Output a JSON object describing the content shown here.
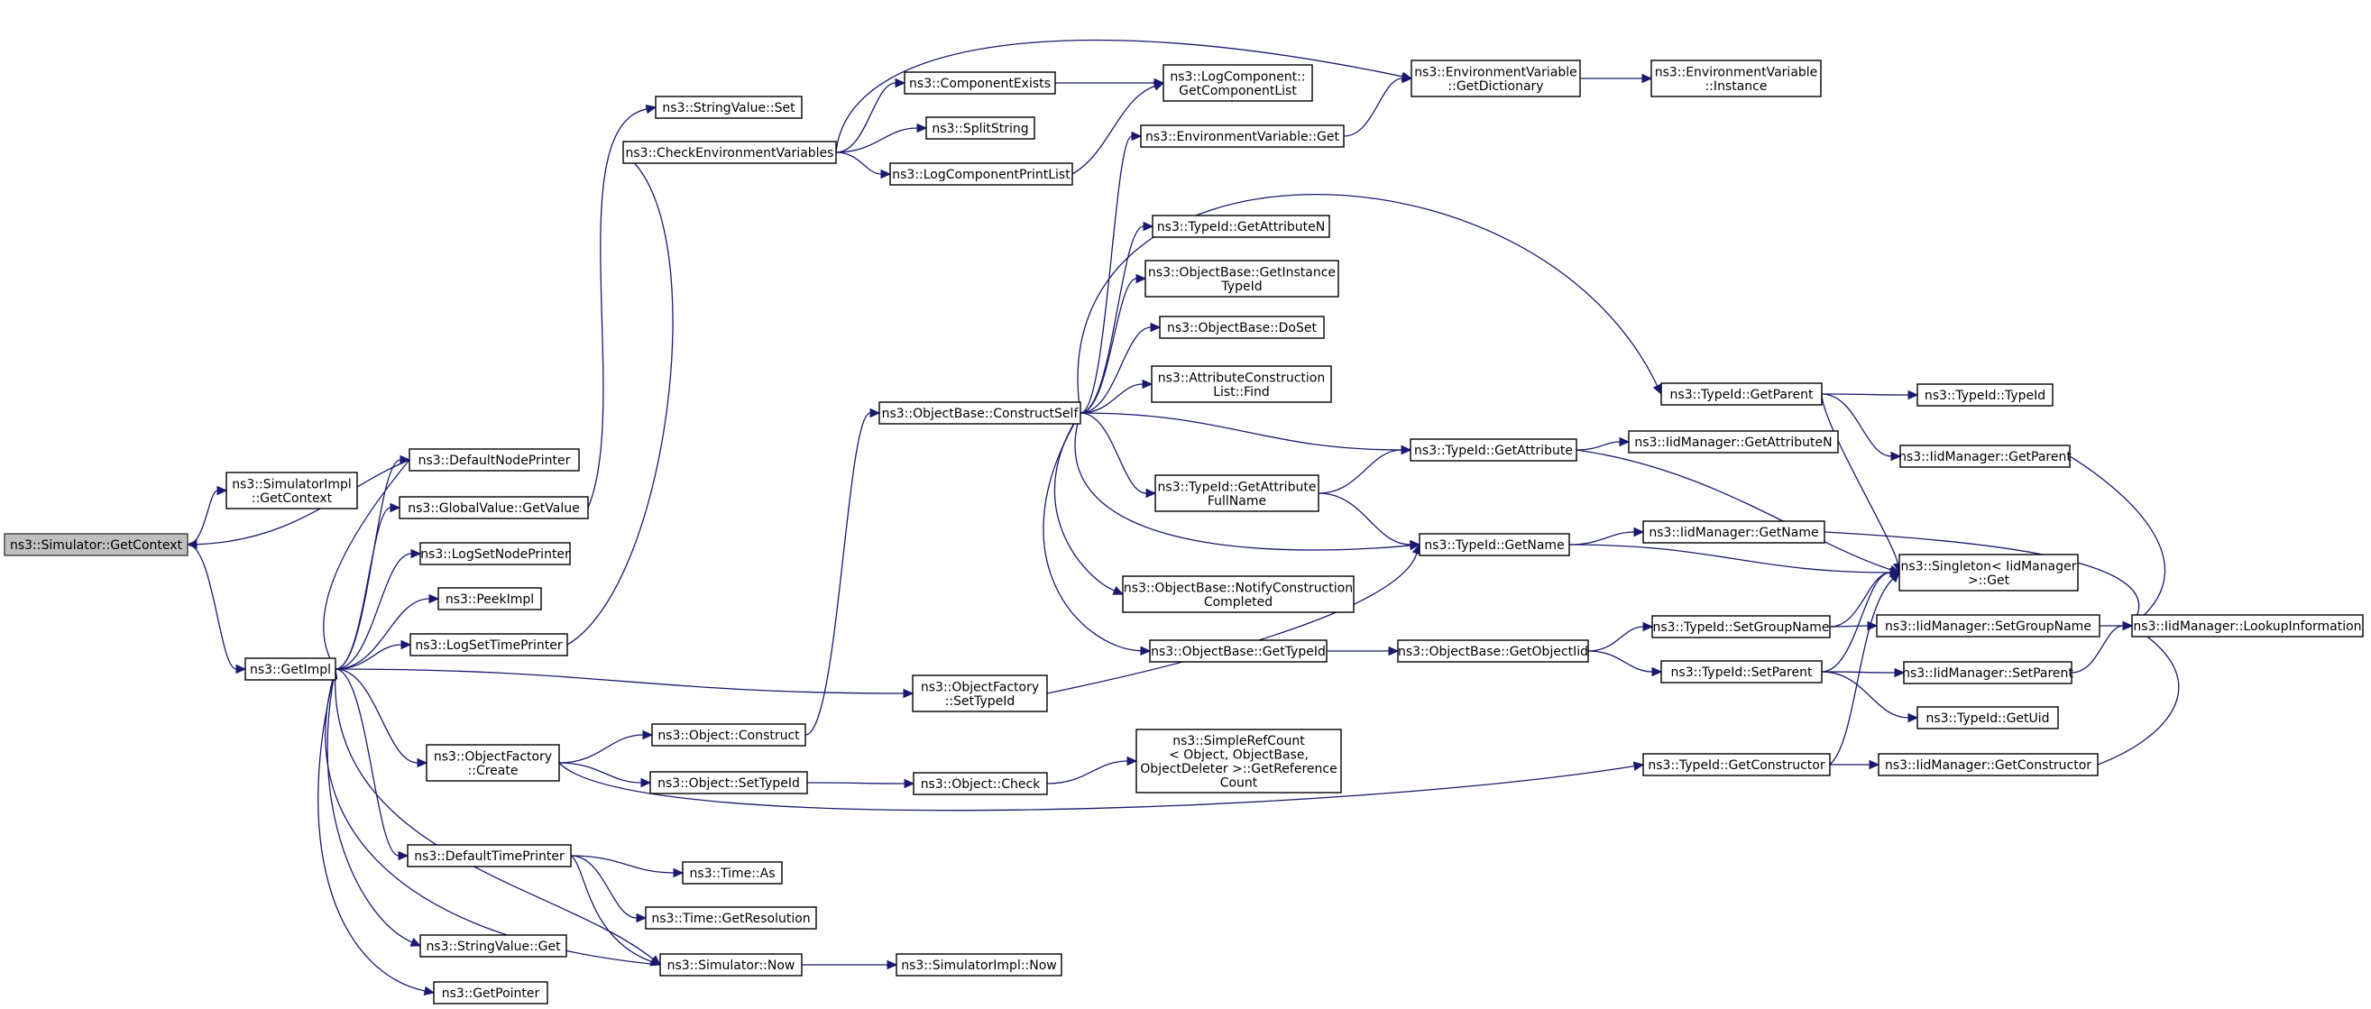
{
  "colors": {
    "edge": "#191970",
    "root_fill": "#bfbfbf",
    "node_fill": "#ffffff",
    "node_border": "#000000"
  },
  "nodes": [
    {
      "id": "getcontext",
      "lines": [
        "ns3::Simulator::GetContext"
      ],
      "root": true
    },
    {
      "id": "simimpl_getcontext",
      "lines": [
        "ns3::SimulatorImpl",
        "::GetContext"
      ]
    },
    {
      "id": "getimpl",
      "lines": [
        "ns3::GetImpl"
      ]
    },
    {
      "id": "defaultnodeprinter",
      "lines": [
        "ns3::DefaultNodePrinter"
      ]
    },
    {
      "id": "globalvalue_getvalue",
      "lines": [
        "ns3::GlobalValue::GetValue"
      ]
    },
    {
      "id": "logsetnodeprinter",
      "lines": [
        "ns3::LogSetNodePrinter"
      ]
    },
    {
      "id": "peekimpl",
      "lines": [
        "ns3::PeekImpl"
      ]
    },
    {
      "id": "logsettimeprinter",
      "lines": [
        "ns3::LogSetTimePrinter"
      ]
    },
    {
      "id": "objectfactory_create",
      "lines": [
        "ns3::ObjectFactory",
        "::Create"
      ]
    },
    {
      "id": "defaulttimeprinter",
      "lines": [
        "ns3::DefaultTimePrinter"
      ]
    },
    {
      "id": "stringvalue_get",
      "lines": [
        "ns3::StringValue::Get"
      ]
    },
    {
      "id": "getpointer",
      "lines": [
        "ns3::GetPointer"
      ]
    },
    {
      "id": "stringvalue_set",
      "lines": [
        "ns3::StringValue::Set"
      ]
    },
    {
      "id": "checkenv",
      "lines": [
        "ns3::CheckEnvironmentVariables"
      ]
    },
    {
      "id": "object_construct",
      "lines": [
        "ns3::Object::Construct"
      ]
    },
    {
      "id": "object_settypeid",
      "lines": [
        "ns3::Object::SetTypeId"
      ]
    },
    {
      "id": "time_as",
      "lines": [
        "ns3::Time::As"
      ]
    },
    {
      "id": "time_getresolution",
      "lines": [
        "ns3::Time::GetResolution"
      ]
    },
    {
      "id": "simulator_now",
      "lines": [
        "ns3::Simulator::Now"
      ]
    },
    {
      "id": "componentexists",
      "lines": [
        "ns3::ComponentExists"
      ]
    },
    {
      "id": "splitstring",
      "lines": [
        "ns3::SplitString"
      ]
    },
    {
      "id": "logcomponentprintlist",
      "lines": [
        "ns3::LogComponentPrintList"
      ]
    },
    {
      "id": "objbase_constructself",
      "lines": [
        "ns3::ObjectBase::ConstructSelf"
      ]
    },
    {
      "id": "objectfactory_settypeid",
      "lines": [
        "ns3::ObjectFactory",
        "::SetTypeId"
      ]
    },
    {
      "id": "object_check",
      "lines": [
        "ns3::Object::Check"
      ]
    },
    {
      "id": "simimpl_now",
      "lines": [
        "ns3::SimulatorImpl::Now"
      ]
    },
    {
      "id": "logcomponent_getlist",
      "lines": [
        "ns3::LogComponent::",
        "GetComponentList"
      ]
    },
    {
      "id": "envvar_get",
      "lines": [
        "ns3::EnvironmentVariable::Get"
      ]
    },
    {
      "id": "typeid_getattributen",
      "lines": [
        "ns3::TypeId::GetAttributeN"
      ]
    },
    {
      "id": "objbase_getinstancetypeid",
      "lines": [
        "ns3::ObjectBase::GetInstance",
        "TypeId"
      ]
    },
    {
      "id": "objbase_doset",
      "lines": [
        "ns3::ObjectBase::DoSet"
      ]
    },
    {
      "id": "attrconstruction_find",
      "lines": [
        "ns3::AttributeConstruction",
        "List::Find"
      ]
    },
    {
      "id": "typeid_getattributefullname",
      "lines": [
        "ns3::TypeId::GetAttribute",
        "FullName"
      ]
    },
    {
      "id": "objbase_notify",
      "lines": [
        "ns3::ObjectBase::NotifyConstruction",
        "Completed"
      ]
    },
    {
      "id": "objbase_gettypeid",
      "lines": [
        "ns3::ObjectBase::GetTypeId"
      ]
    },
    {
      "id": "simplerefcount",
      "lines": [
        "ns3::SimpleRefCount",
        "< Object, ObjectBase,",
        "ObjectDeleter >::GetReference",
        "Count"
      ]
    },
    {
      "id": "envvar_getdictionary",
      "lines": [
        "ns3::EnvironmentVariable",
        "::GetDictionary"
      ]
    },
    {
      "id": "typeid_getattribute",
      "lines": [
        "ns3::TypeId::GetAttribute"
      ]
    },
    {
      "id": "typeid_getname",
      "lines": [
        "ns3::TypeId::GetName"
      ]
    },
    {
      "id": "objbase_getobjectiid",
      "lines": [
        "ns3::ObjectBase::GetObjectIid"
      ]
    },
    {
      "id": "envvar_instance",
      "lines": [
        "ns3::EnvironmentVariable",
        "::Instance"
      ]
    },
    {
      "id": "typeid_getparent",
      "lines": [
        "ns3::TypeId::GetParent"
      ]
    },
    {
      "id": "iidmgr_getattributen",
      "lines": [
        "ns3::IidManager::GetAttributeN"
      ]
    },
    {
      "id": "iidmgr_getname",
      "lines": [
        "ns3::IidManager::GetName"
      ]
    },
    {
      "id": "typeid_setgroupname",
      "lines": [
        "ns3::TypeId::SetGroupName"
      ]
    },
    {
      "id": "typeid_setparent",
      "lines": [
        "ns3::TypeId::SetParent"
      ]
    },
    {
      "id": "typeid_getconstructor",
      "lines": [
        "ns3::TypeId::GetConstructor"
      ]
    },
    {
      "id": "typeid_typeid",
      "lines": [
        "ns3::TypeId::TypeId"
      ]
    },
    {
      "id": "iidmgr_getparent",
      "lines": [
        "ns3::IidManager::GetParent"
      ]
    },
    {
      "id": "singleton_get",
      "lines": [
        "ns3::Singleton< IidManager",
        ">::Get"
      ]
    },
    {
      "id": "iidmgr_setgroupname",
      "lines": [
        "ns3::IidManager::SetGroupName"
      ]
    },
    {
      "id": "iidmgr_setparent",
      "lines": [
        "ns3::IidManager::SetParent"
      ]
    },
    {
      "id": "typeid_getuid",
      "lines": [
        "ns3::TypeId::GetUid"
      ]
    },
    {
      "id": "iidmgr_getconstructor",
      "lines": [
        "ns3::IidManager::GetConstructor"
      ]
    },
    {
      "id": "iidmgr_lookupinformation",
      "lines": [
        "ns3::IidManager::LookupInformation"
      ]
    }
  ],
  "edges": [
    [
      "getcontext",
      "simimpl_getcontext"
    ],
    [
      "getcontext",
      "getimpl"
    ],
    [
      "getimpl",
      "defaultnodeprinter"
    ],
    [
      "getimpl",
      "globalvalue_getvalue"
    ],
    [
      "getimpl",
      "logsetnodeprinter"
    ],
    [
      "getimpl",
      "peekimpl"
    ],
    [
      "getimpl",
      "logsettimeprinter"
    ],
    [
      "getimpl",
      "objectfactory_create"
    ],
    [
      "getimpl",
      "defaulttimeprinter"
    ],
    [
      "getimpl",
      "stringvalue_get"
    ],
    [
      "getimpl",
      "getpointer"
    ],
    [
      "getimpl",
      "simulator_now"
    ],
    [
      "getimpl",
      "objectfactory_settypeid"
    ],
    [
      "defaultnodeprinter",
      "getcontext"
    ],
    [
      "defaultnodeprinter",
      "getimpl"
    ],
    [
      "globalvalue_getvalue",
      "stringvalue_set"
    ],
    [
      "logsettimeprinter",
      "checkenv"
    ],
    [
      "checkenv",
      "componentexists"
    ],
    [
      "checkenv",
      "splitstring"
    ],
    [
      "checkenv",
      "logcomponentprintlist"
    ],
    [
      "checkenv",
      "envvar_getdictionary"
    ],
    [
      "componentexists",
      "logcomponent_getlist"
    ],
    [
      "logcomponentprintlist",
      "logcomponent_getlist"
    ],
    [
      "objectfactory_create",
      "object_construct"
    ],
    [
      "objectfactory_create",
      "object_settypeid"
    ],
    [
      "objectfactory_create",
      "typeid_getconstructor"
    ],
    [
      "object_construct",
      "objbase_constructself"
    ],
    [
      "object_settypeid",
      "object_check"
    ],
    [
      "object_check",
      "simplerefcount"
    ],
    [
      "defaulttimeprinter",
      "time_as"
    ],
    [
      "defaulttimeprinter",
      "time_getresolution"
    ],
    [
      "defaulttimeprinter",
      "simulator_now"
    ],
    [
      "simulator_now",
      "getimpl"
    ],
    [
      "simulator_now",
      "simimpl_now"
    ],
    [
      "objectfactory_settypeid",
      "typeid_getname"
    ],
    [
      "objbase_constructself",
      "envvar_get"
    ],
    [
      "objbase_constructself",
      "typeid_getattributen"
    ],
    [
      "objbase_constructself",
      "objbase_getinstancetypeid"
    ],
    [
      "objbase_constructself",
      "objbase_doset"
    ],
    [
      "objbase_constructself",
      "attrconstruction_find"
    ],
    [
      "objbase_constructself",
      "typeid_getattributefullname"
    ],
    [
      "objbase_constructself",
      "objbase_notify"
    ],
    [
      "objbase_constructself",
      "objbase_gettypeid"
    ],
    [
      "objbase_constructself",
      "typeid_getparent"
    ],
    [
      "objbase_constructself",
      "typeid_getattribute"
    ],
    [
      "objbase_constructself",
      "typeid_getname"
    ],
    [
      "envvar_get",
      "envvar_getdictionary"
    ],
    [
      "envvar_getdictionary",
      "envvar_instance"
    ],
    [
      "typeid_getattributefullname",
      "typeid_getattribute"
    ],
    [
      "typeid_getattributefullname",
      "typeid_getname"
    ],
    [
      "objbase_gettypeid",
      "objbase_getobjectiid"
    ],
    [
      "objbase_getobjectiid",
      "typeid_setgroupname"
    ],
    [
      "objbase_getobjectiid",
      "typeid_setparent"
    ],
    [
      "typeid_getattribute",
      "iidmgr_getattributen"
    ],
    [
      "typeid_getattribute",
      "singleton_get"
    ],
    [
      "typeid_getname",
      "iidmgr_getname"
    ],
    [
      "typeid_getname",
      "singleton_get"
    ],
    [
      "typeid_getparent",
      "typeid_typeid"
    ],
    [
      "typeid_getparent",
      "iidmgr_getparent"
    ],
    [
      "typeid_getparent",
      "singleton_get"
    ],
    [
      "typeid_setgroupname",
      "iidmgr_setgroupname"
    ],
    [
      "typeid_setgroupname",
      "singleton_get"
    ],
    [
      "typeid_setparent",
      "iidmgr_setparent"
    ],
    [
      "typeid_setparent",
      "typeid_getuid"
    ],
    [
      "typeid_setparent",
      "singleton_get"
    ],
    [
      "typeid_getconstructor",
      "iidmgr_getconstructor"
    ],
    [
      "typeid_getconstructor",
      "singleton_get"
    ],
    [
      "iidmgr_getname",
      "iidmgr_lookupinformation"
    ],
    [
      "iidmgr_getparent",
      "iidmgr_lookupinformation"
    ],
    [
      "iidmgr_setgroupname",
      "iidmgr_lookupinformation"
    ],
    [
      "iidmgr_setparent",
      "iidmgr_lookupinformation"
    ],
    [
      "iidmgr_getconstructor",
      "iidmgr_lookupinformation"
    ]
  ]
}
